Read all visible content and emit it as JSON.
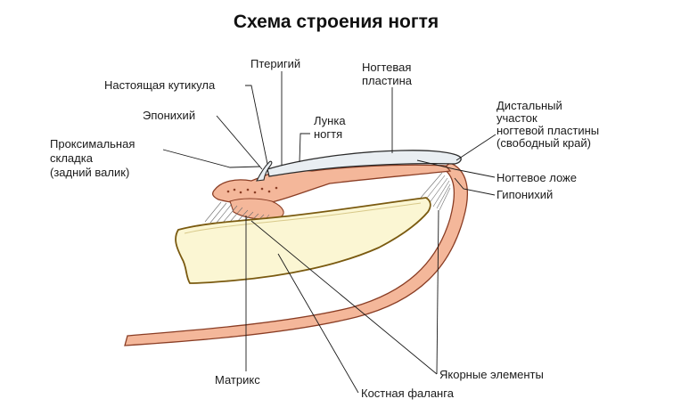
{
  "title": "Схема строения ногтя",
  "labels": {
    "pterygium": "Птеригий",
    "true_cuticle": "Настоящая кутикула",
    "nail_plate": [
      "Ногтевая",
      "пластина"
    ],
    "eponychium": "Эпонихий",
    "lunula": [
      "Лунка",
      "ногтя"
    ],
    "proximal_fold": [
      "Проксимальная",
      "складка",
      "(задний валик)"
    ],
    "distal_part": [
      "Дистальный",
      "участок",
      "ногтевой пластины",
      "(свободный край)"
    ],
    "nail_bed": "Ногтевое ложе",
    "hyponychium": "Гипонихий",
    "matrix": "Матрикс",
    "anchor_elements": "Якорные элементы",
    "phalanx": "Костная фаланга"
  },
  "colors": {
    "tissue_fill": "#f4b79a",
    "tissue_stroke": "#8a3d24",
    "bone_fill": "#fbf6d3",
    "bone_stroke": "#7a5a10",
    "nail_fill": "#e9eef2",
    "nail_stroke": "#2b2b2b",
    "text": "#1a1a1a"
  }
}
